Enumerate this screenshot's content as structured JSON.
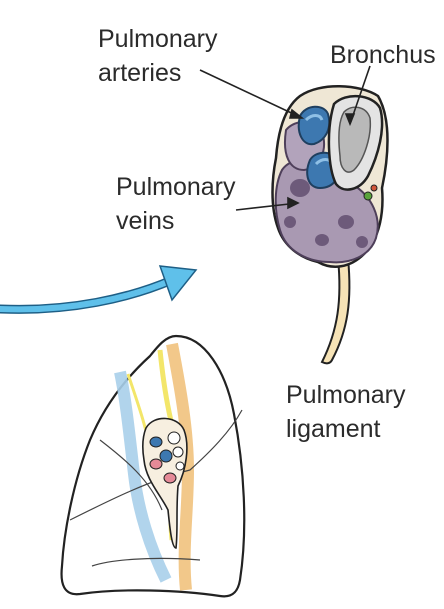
{
  "labels": {
    "pulmonary_arteries": [
      "Pulmonary",
      "arteries"
    ],
    "bronchus": "Bronchus",
    "pulmonary_veins": [
      "Pulmonary",
      "veins"
    ],
    "pulmonary_ligament": [
      "Pulmonary",
      "ligament"
    ]
  },
  "colors": {
    "artery": "#3d78b0",
    "bronchus": "#e4e4e4",
    "vein": "#a999b2",
    "arrow": "#5fc0ea",
    "outline": "#222222",
    "yellow_band": "#f3e66a",
    "orange_band": "#f1c27d",
    "blue_band": "#a8cfea"
  }
}
